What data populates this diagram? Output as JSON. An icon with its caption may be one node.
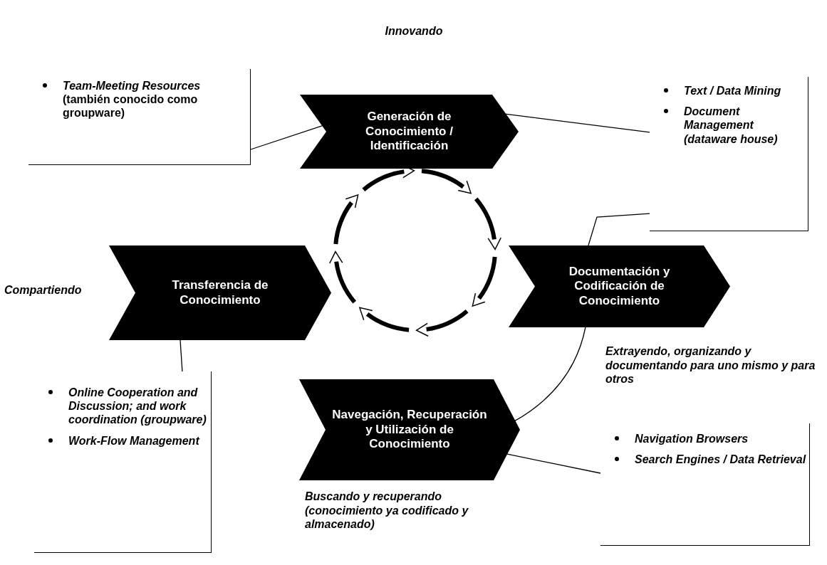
{
  "diagram": {
    "nodes": [
      {
        "text": [
          "*Team-Meeting Resources* (también conocido como groupware)"
        ]
      },
      {
        "text": [
          "Generación de Conocimiento / Identificación"
        ]
      },
      {
        "text": [
          "Text / Data Mining",
          "Document Management (dataware house)"
        ]
      },
      {
        "text": [
          "Transferencia de Conocimiento"
        ],
        "beside": [
          "Compartiendo"
        ]
      },
      {
        "text": [
          "Documentación y Codificación de Conocimiento"
        ],
        "beside": [
          "Extrayendo, organizando y documentando para uno mismo y para otros"
        ]
      },
      {
        "text": [
          "Online Cooperation and Discussion; and work coordination (groupware)",
          "Work-Flow Management"
        ]
      },
      {
        "text": [
          "Navegación, Recuperación y Utilización de Conocimiento"
        ],
        "beside": [
          "Buscando y recuperando (conocimiento ya codificado y almacenado)"
        ]
      },
      {
        "text": [
          "Navigation Browsers",
          "Search Engines / Data Retrieval"
        ]
      }
    ],
    "edges": [
      {
        "from": 0,
        "to": 1,
        "arrow": "none"
      },
      {
        "from": 2,
        "to": 1,
        "arrow": "none"
      },
      {
        "from": 2,
        "to": 4,
        "arrow": "none"
      },
      {
        "from": 3,
        "to": 5,
        "arrow": "none"
      },
      {
        "from": 7,
        "to": 6,
        "arrow": "none"
      },
      {
        "from": 4,
        "to": 6,
        "arrow": "none"
      }
    ],
    "labels": [
      "Innovando"
    ]
  }
}
